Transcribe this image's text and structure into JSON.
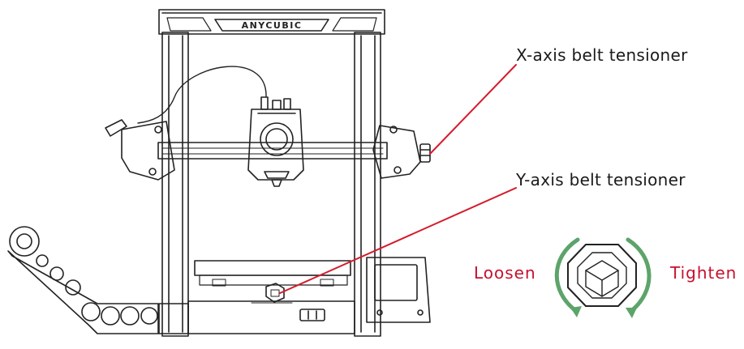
{
  "printer": {
    "brand_text": "ANYCUBIC"
  },
  "callouts": {
    "x_axis": "X-axis belt tensioner",
    "y_axis": "Y-axis belt tensioner"
  },
  "adjust": {
    "loosen": "Loosen",
    "tighten": "Tighten"
  },
  "colors": {
    "line": "#222222",
    "leader": "#d41c2c",
    "action_text": "#c8102e",
    "arrow": "#5da46a"
  },
  "icons": [
    "printer-diagram",
    "hex-knob-icon",
    "rotate-arrow-icon"
  ]
}
